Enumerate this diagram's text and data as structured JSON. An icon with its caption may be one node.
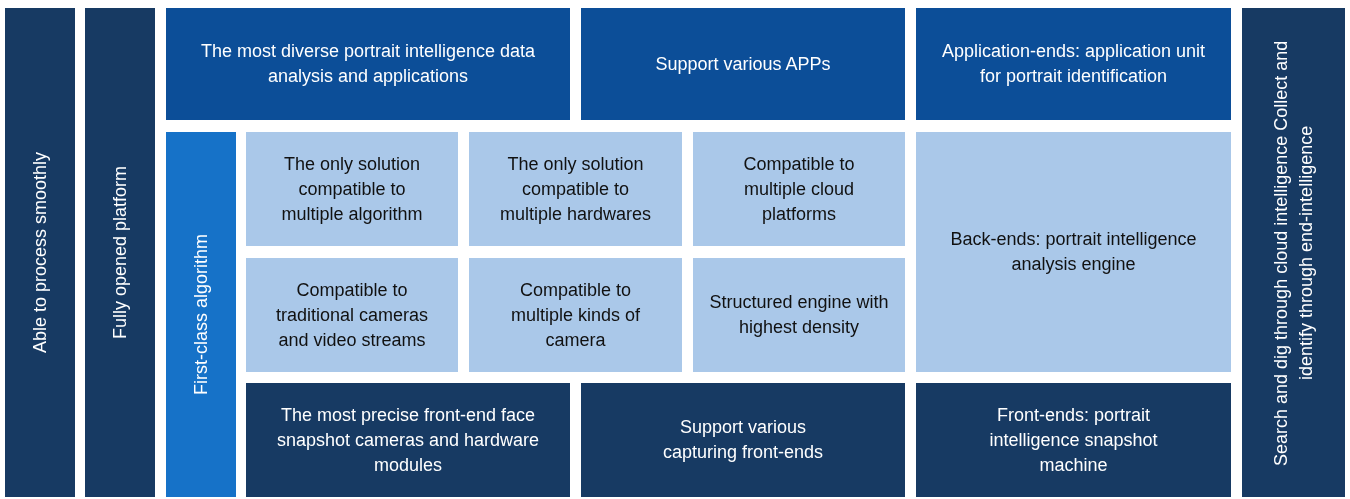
{
  "diagram": {
    "nodes": [
      {
        "text": [
          "Able to process smoothly"
        ]
      },
      {
        "text": [
          "Fully opened platform"
        ]
      },
      {
        "text": [
          "The most diverse portrait intelligence data analysis and applications"
        ]
      },
      {
        "text": [
          "Support various APPs"
        ]
      },
      {
        "text": [
          "Application-ends: application unit for portrait identification"
        ]
      },
      {
        "text": [
          "Search and dig through cloud intelligence Collect and identify through end-intelligence"
        ]
      },
      {
        "text": [
          "First-class algorithm"
        ]
      },
      {
        "text": [
          "The only solution compatible to multiple algorithm"
        ]
      },
      {
        "text": [
          "The only solution compatible to multiple hardwares"
        ]
      },
      {
        "text": [
          "Compatible to multiple cloud platforms"
        ]
      },
      {
        "text": [
          "Back-ends: portrait intelligence analysis engine"
        ]
      },
      {
        "text": [
          "Compatible to traditional cameras and video streams"
        ]
      },
      {
        "text": [
          "Compatible to multiple kinds of camera"
        ]
      },
      {
        "text": [
          "Structured engine with highest density"
        ]
      },
      {
        "text": [
          "The most precise front-end face snapshot cameras and hardware modules"
        ]
      },
      {
        "text": [
          "Support various capturing front-ends"
        ]
      },
      {
        "text": [
          "Front-ends: portrait intelligence snapshot machine"
        ]
      }
    ]
  }
}
